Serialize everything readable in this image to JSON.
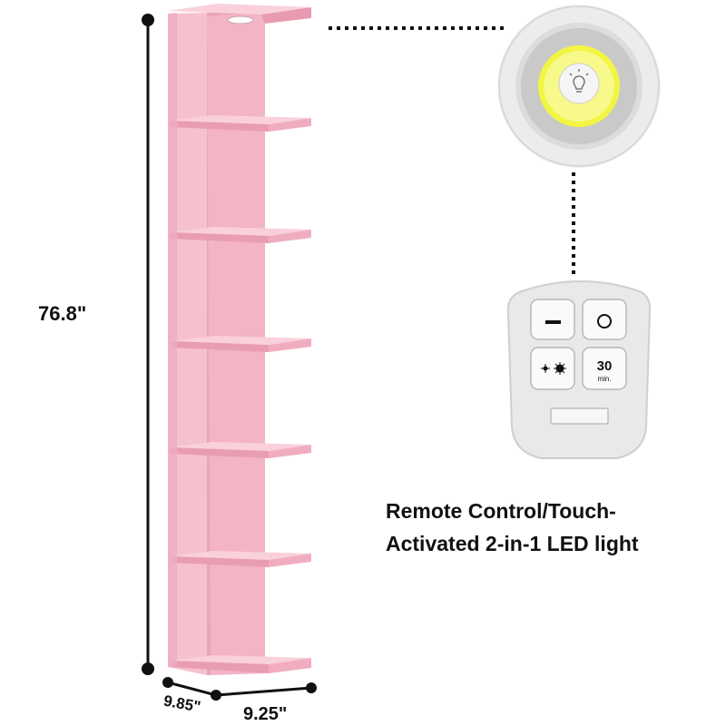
{
  "dimensions": {
    "height": "76.8\"",
    "depth": "9.85\"",
    "width": "9.25\""
  },
  "caption": {
    "line1": "Remote Control/Touch-",
    "line2": "Activated 2-in-1 LED light"
  },
  "remote": {
    "timer_value": "30",
    "timer_unit": "min."
  },
  "colors": {
    "shelf": "#f4b8c8",
    "shelf_dark": "#e99db1",
    "shelf_light": "#f9cfda",
    "led": "#f2f542",
    "device": "#e8e8e8"
  },
  "icons": [
    "bulb-icon",
    "minus-icon",
    "power-icon",
    "brightness-icon"
  ]
}
